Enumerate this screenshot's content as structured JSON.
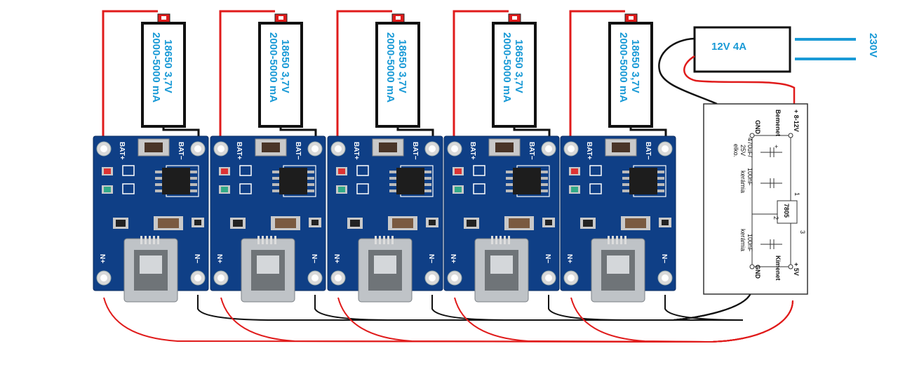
{
  "battery": {
    "line1": "18650 3,7V",
    "line2": "2000-5000 mA"
  },
  "charger_board": {
    "bat_plus": "BAT+",
    "bat_minus": "BAT−",
    "in_plus": "N+",
    "in_minus": "N−"
  },
  "power_supply": {
    "label": "12V 4A"
  },
  "mains": {
    "label": "230V"
  },
  "regulator": {
    "chip": "7805",
    "input_voltage": "+ 8-12V",
    "input_title": "Bemenet",
    "gnd_in": "GND",
    "cap1_value": "470uF/",
    "cap1_voltage": "25V",
    "cap1_type": "elko.",
    "cap2_value": "100nF",
    "cap2_type": "kerámia",
    "cap3_value": "100nF",
    "cap3_type": "kerámia",
    "pin1": "1",
    "pin2": "2",
    "pin3": "3",
    "plus_sign": "+",
    "gnd_out": "GND",
    "output_title": "Kimenet",
    "output_voltage": "+ 5V"
  },
  "colors": {
    "wire_positive": "#e01b1b",
    "wire_negative": "#111111",
    "pcb": "#0f3f86",
    "label_blue": "#1a9ad6"
  }
}
